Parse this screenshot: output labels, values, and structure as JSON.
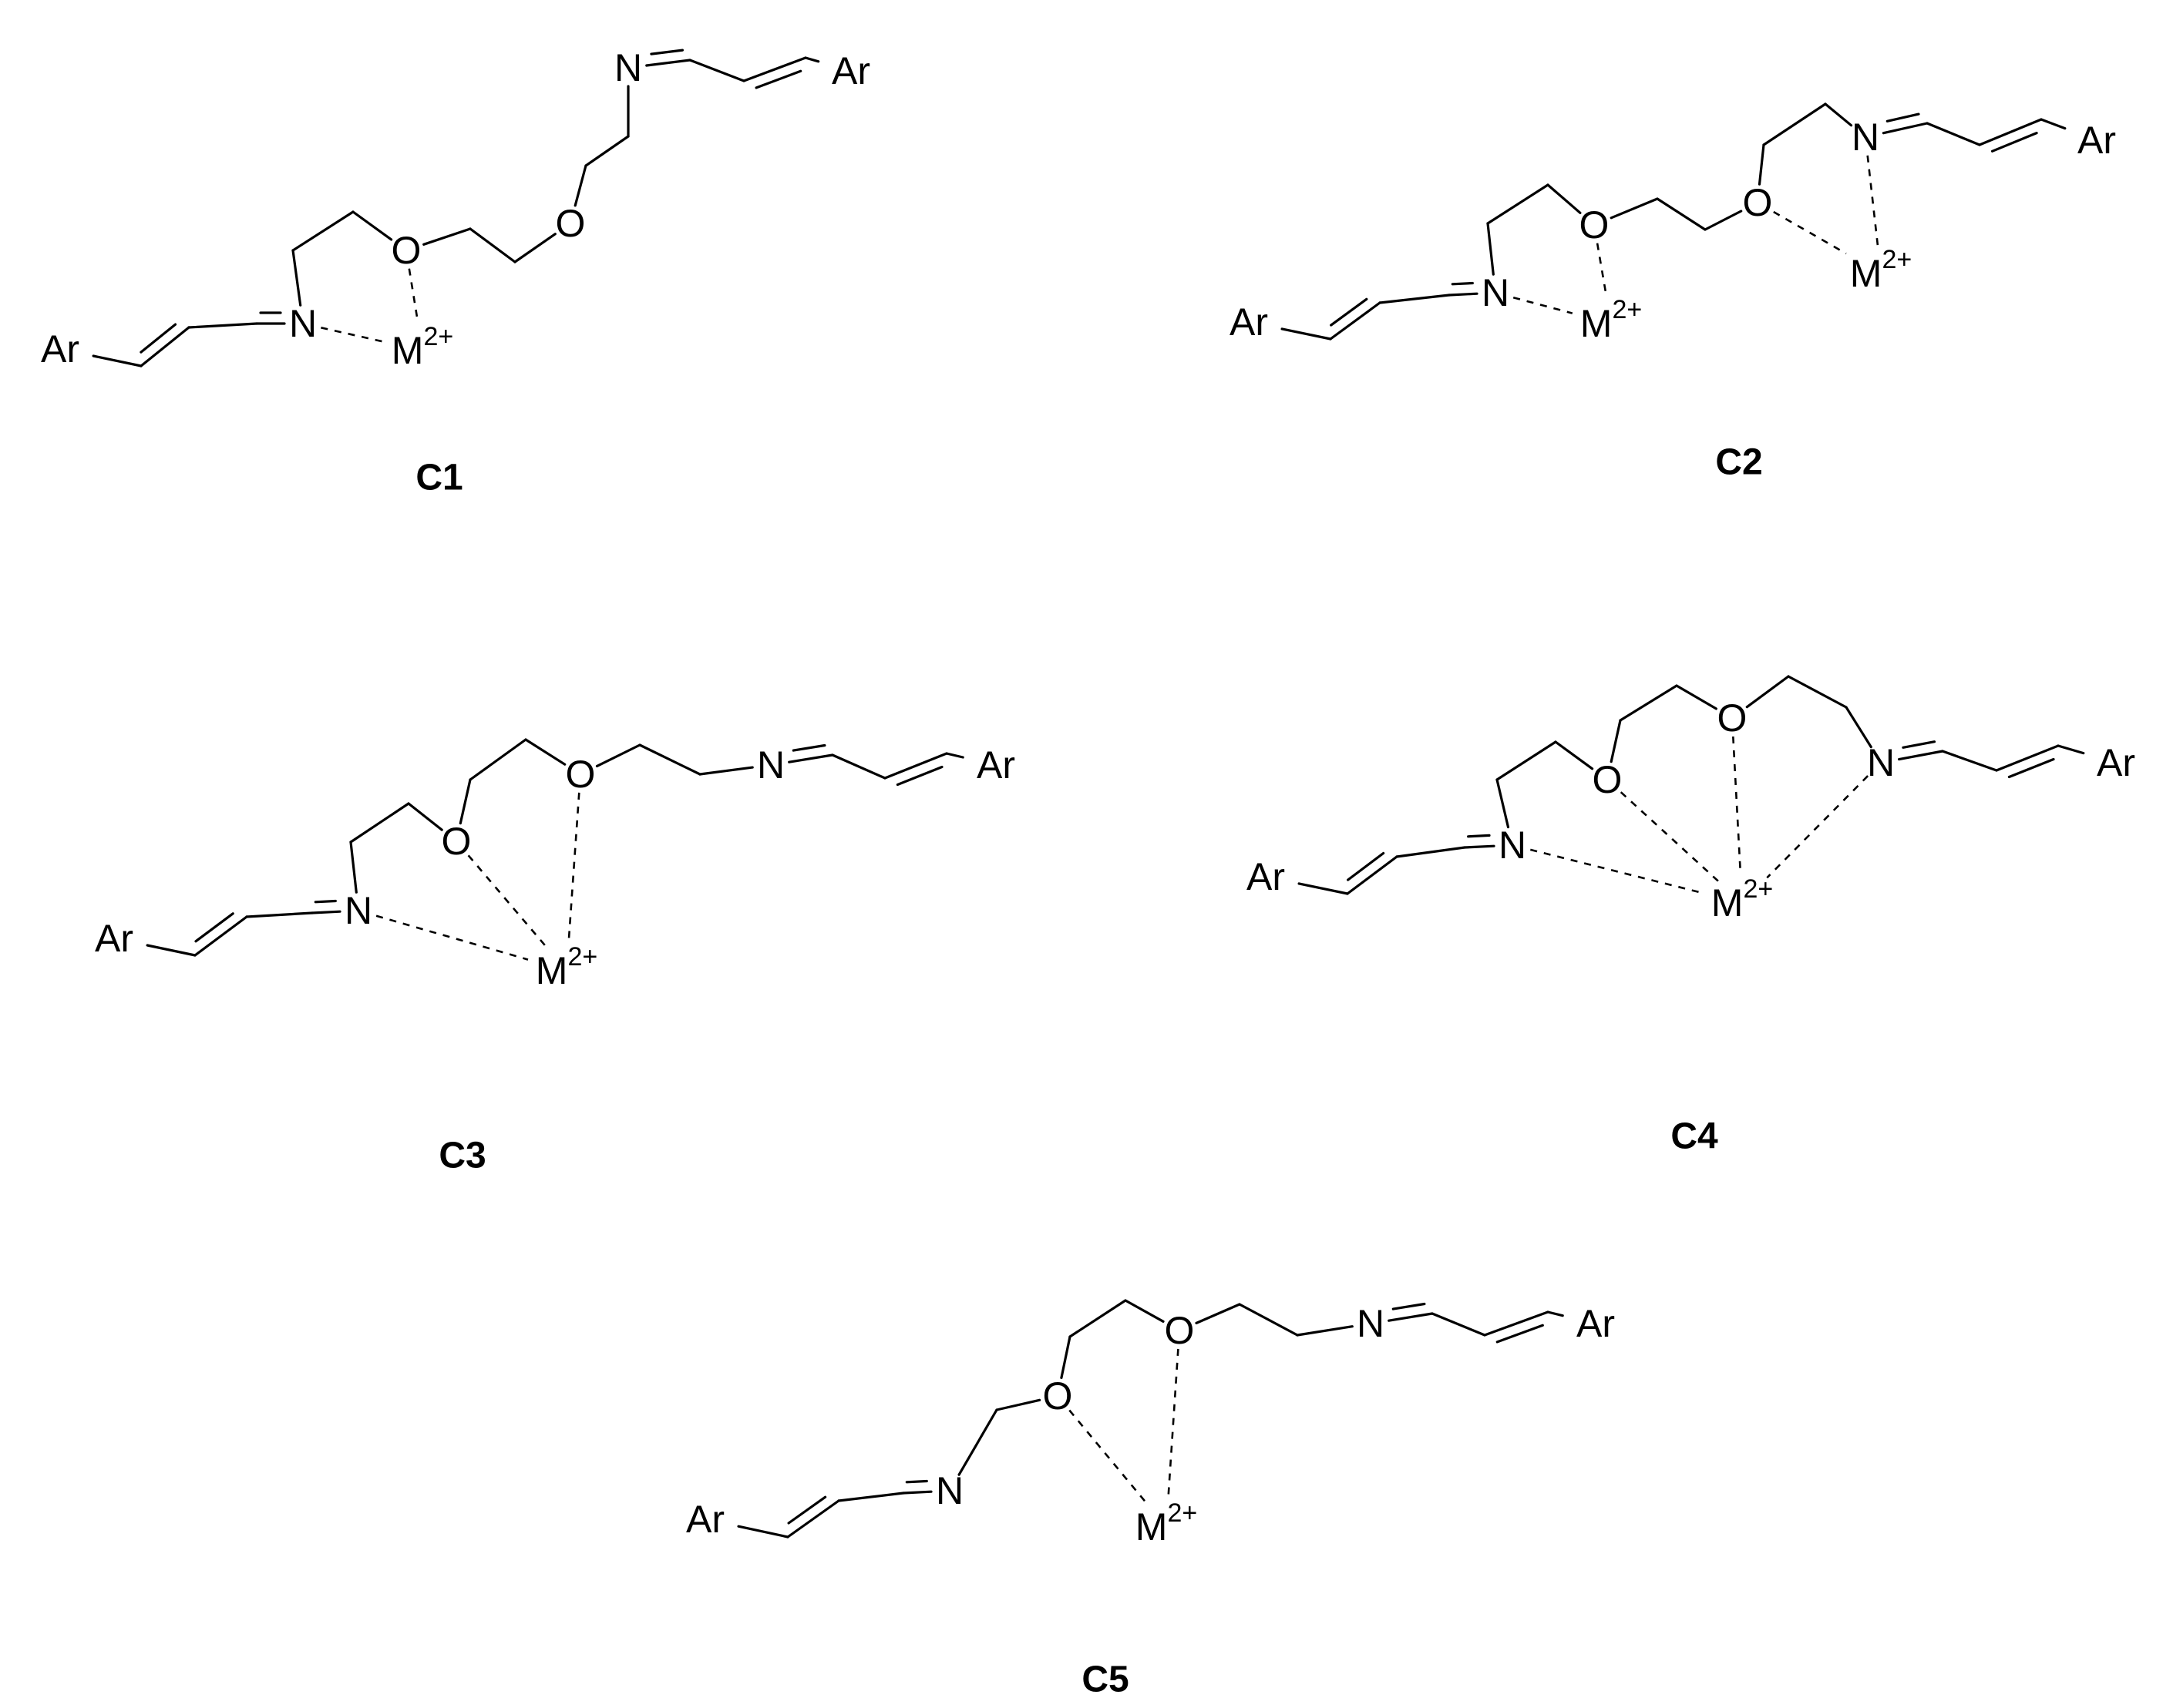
{
  "labels": {
    "aryl": "Ar",
    "nitrogen": "N",
    "oxygen": "O",
    "metal": "M",
    "charge": "2+"
  },
  "compounds": [
    {
      "id": "C1",
      "label": "C1"
    },
    {
      "id": "C2",
      "label": "C2"
    },
    {
      "id": "C3",
      "label": "C3"
    },
    {
      "id": "C4",
      "label": "C4"
    },
    {
      "id": "C5",
      "label": "C5"
    }
  ]
}
